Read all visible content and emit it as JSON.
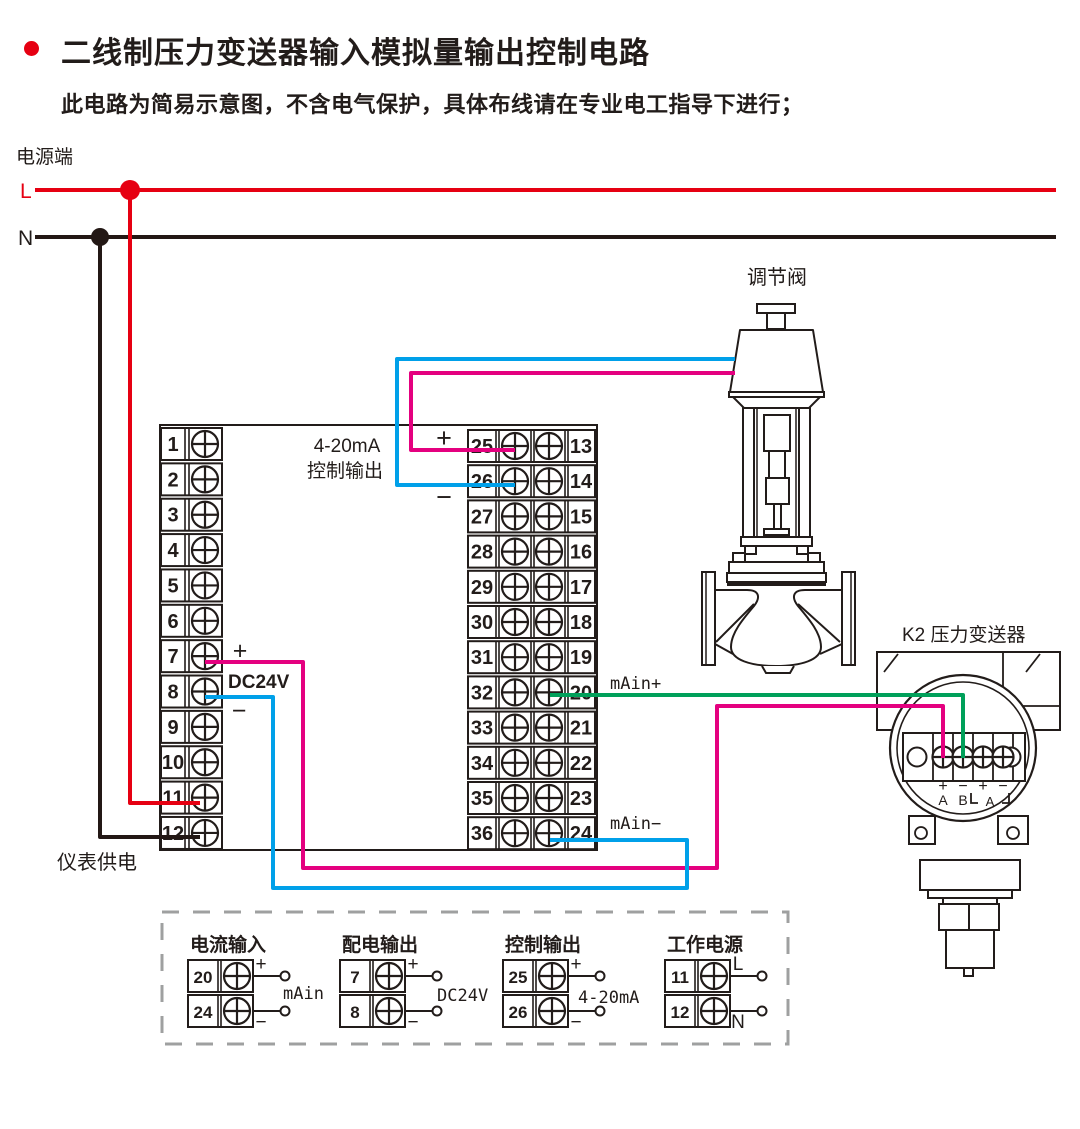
{
  "header": {
    "title": "二线制压力变送器输入模拟量输出控制电路",
    "subtitle": "此电路为简易示意图，不含电气保护，具体布线请在专业电工指导下进行；"
  },
  "power": {
    "label": "电源端",
    "l": "L",
    "n": "N"
  },
  "instrument_supply_label": "仪表供电",
  "valve": {
    "label": "调节阀"
  },
  "transmitter": {
    "label": "K2 压力变送器",
    "signs": [
      "+",
      "−",
      "+",
      "−"
    ],
    "letter_a": "A",
    "letter_b": "B",
    "bracket_letter": "A"
  },
  "terminal_block": {
    "left": [
      "1",
      "2",
      "3",
      "4",
      "5",
      "6",
      "7",
      "8",
      "9",
      "10",
      "11",
      "12"
    ],
    "right_inner": [
      "25",
      "26",
      "27",
      "28",
      "29",
      "30",
      "31",
      "32",
      "33",
      "34",
      "35",
      "36"
    ],
    "right_outer": [
      "13",
      "14",
      "15",
      "16",
      "17",
      "18",
      "19",
      "20",
      "21",
      "22",
      "23",
      "24"
    ],
    "output_label_line1": "4-20mA",
    "output_label_line2": "控制输出",
    "plus": "+",
    "minus": "−",
    "dc24v": "DC24V",
    "main_plus": "mAin+",
    "main_minus": "mAin−"
  },
  "legend": {
    "sections": [
      {
        "title": "电流输入",
        "rows": [
          {
            "num": "20",
            "sign": "+"
          },
          {
            "num": "24",
            "sign": "−"
          }
        ],
        "label": "mAin"
      },
      {
        "title": "配电输出",
        "rows": [
          {
            "num": "7",
            "sign": "+"
          },
          {
            "num": "8",
            "sign": "−"
          }
        ],
        "label": "DC24V"
      },
      {
        "title": "控制输出",
        "rows": [
          {
            "num": "25",
            "sign": "+"
          },
          {
            "num": "26",
            "sign": "−"
          }
        ],
        "label": "4-20mA"
      },
      {
        "title": "工作电源",
        "rows": [
          {
            "num": "11",
            "sign": "L"
          },
          {
            "num": "12",
            "sign": "N"
          }
        ],
        "label": ""
      }
    ]
  },
  "colors": {
    "wire_red": "#e60012",
    "wire_black": "#231815",
    "wire_magenta": "#e4007f",
    "wire_cyan": "#00a0e9",
    "wire_green": "#00a05a",
    "line": "#221c1a",
    "dash": "#9fa0a0",
    "bullet": "#e60012"
  }
}
